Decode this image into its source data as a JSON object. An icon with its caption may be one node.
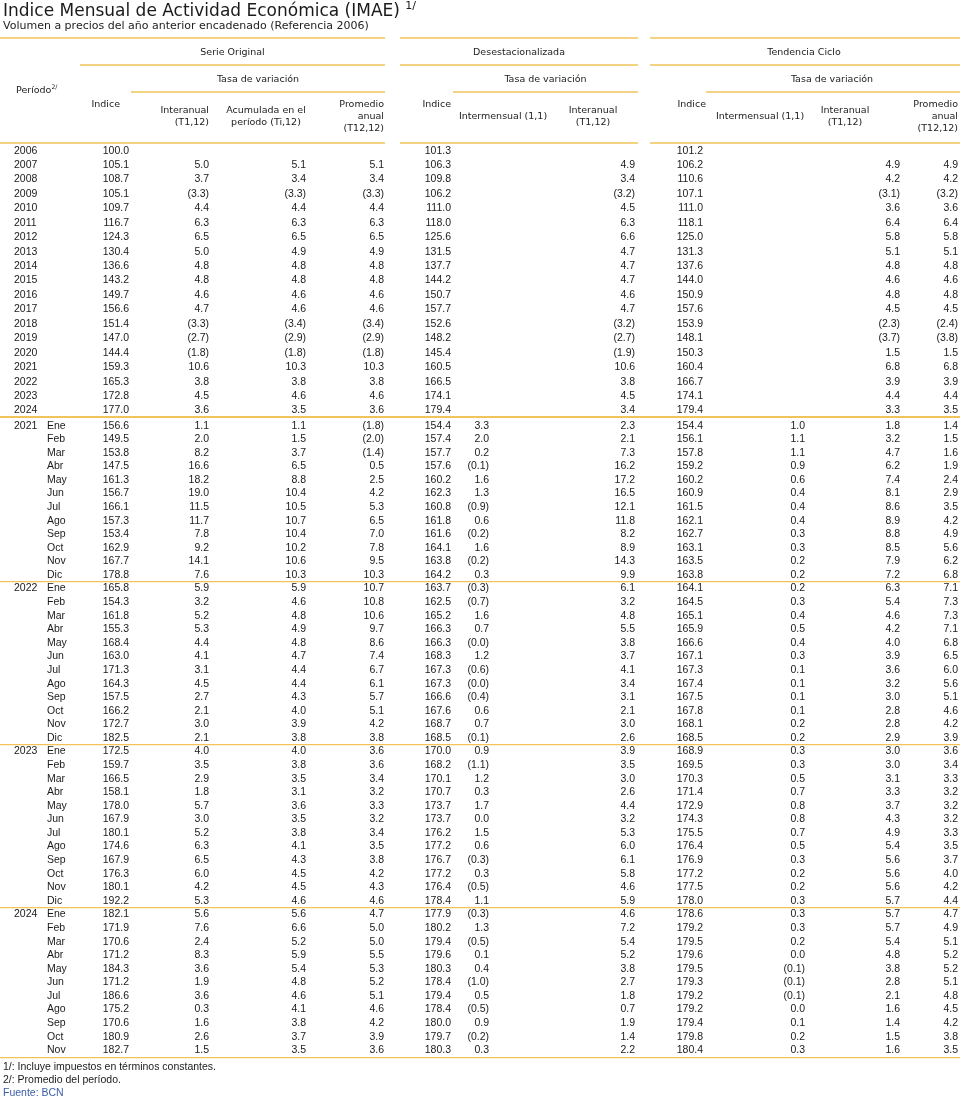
{
  "diagram": {
    "title": "Indice Mensual de Actividad Económica (IMAE) $^{1/}$",
    "labels": [
      "Volumen a precios del año anterior encadenado (Referencia 2006)",
      "Serie Original",
      "Desestacionalizada",
      "Tendencia Ciclo",
      "Tasa de variación",
      "Tasa de variación",
      "Tasa de variación",
      "Período$^{2/}$",
      "Indice",
      "Interanual (T1,12)",
      "Acumulada en el período (Ti,12)",
      "Promedio anual (T12,12)",
      "Indice",
      "Intermensual (1,1)",
      "Interanual (T1,12)",
      "Indice",
      "Intermensual (1,1)",
      "Interanual (T1,12)",
      "Promedio anual (T12,12)",
      "2006",
      "100.0",
      "101.3",
      "101.2",
      "2007",
      "105.1",
      "5.0",
      "5.1",
      "5.1",
      "106.3",
      "4.9",
      "106.2",
      "4.9",
      "4.9",
      "2008",
      "108.7",
      "3.7",
      "3.4",
      "3.4",
      "109.8",
      "3.4",
      "110.6",
      "4.2",
      "4.2",
      "2009",
      "105.1",
      "(3.3)",
      "(3.3)",
      "(3.3)",
      "106.2",
      "(3.2)",
      "107.1",
      "(3.1)",
      "(3.2)",
      "2010",
      "109.7",
      "4.4",
      "4.4",
      "4.4",
      "111.0",
      "4.5",
      "111.0",
      "3.6",
      "3.6",
      "2011",
      "116.7",
      "6.3",
      "6.3",
      "6.3",
      "118.0",
      "6.3",
      "118.1",
      "6.4",
      "6.4",
      "2012",
      "124.3",
      "6.5",
      "6.5",
      "6.5",
      "125.6",
      "6.6",
      "125.0",
      "5.8",
      "5.8",
      "2013",
      "130.4",
      "5.0",
      "4.9",
      "4.9",
      "131.5",
      "4.7",
      "131.3",
      "5.1",
      "5.1",
      "2014",
      "136.6",
      "4.8",
      "4.8",
      "4.8",
      "137.7",
      "4.7",
      "137.6",
      "4.8",
      "4.8",
      "2015",
      "143.2",
      "4.8",
      "4.8",
      "4.8",
      "144.2",
      "4.7",
      "144.0",
      "4.6",
      "4.6",
      "2016",
      "149.7",
      "4.6",
      "4.6",
      "4.6",
      "150.7",
      "4.6",
      "150.9",
      "4.8",
      "4.8",
      "2017",
      "156.6",
      "4.7",
      "4.6",
      "4.6",
      "157.7",
      "4.7",
      "157.6",
      "4.5",
      "4.5",
      "2018",
      "151.4",
      "(3.3)",
      "(3.4)",
      "(3.4)",
      "152.6",
      "(3.2)",
      "153.9",
      "(2.3)",
      "(2.4)",
      "2019",
      "147.0",
      "(2.7)",
      "(2.9)",
      "(2.9)",
      "148.2",
      "(2.7)",
      "148.1",
      "(3.7)",
      "(3.8)",
      "2020",
      "144.4",
      "(1.8)",
      "(1.8)",
      "(1.8)",
      "145.4",
      "(1.9)",
      "150.3",
      "1.5",
      "1.5",
      "2021",
      "159.3",
      "10.6",
      "10.3",
      "10.3",
      "160.5",
      "10.6",
      "160.4",
      "6.8",
      "6.8",
      "2022",
      "165.3",
      "3.8",
      "3.8",
      "3.8",
      "166.5",
      "3.8",
      "166.7",
      "3.9",
      "3.9",
      "2023",
      "172.8",
      "4.5",
      "4.6",
      "4.6",
      "174.1",
      "4.5",
      "174.1",
      "4.4",
      "4.4",
      "2024",
      "177.0",
      "3.6",
      "3.5",
      "3.6",
      "179.4",
      "3.4",
      "179.4",
      "3.3",
      "3.5",
      "2021",
      "Ene",
      "156.6",
      "1.1",
      "1.1",
      "(1.8)",
      "154.4",
      "3.3",
      "2.3",
      "154.4",
      "1.0",
      "1.8",
      "1.4",
      "Feb",
      "149.5",
      "2.0",
      "1.5",
      "(2.0)",
      "157.4",
      "2.0",
      "2.1",
      "156.1",
      "1.1",
      "3.2",
      "1.5",
      "Mar",
      "153.8",
      "8.2",
      "3.7",
      "(1.4)",
      "157.7",
      "0.2",
      "7.3",
      "157.8",
      "1.1",
      "4.7",
      "1.6",
      "Abr",
      "147.5",
      "16.6",
      "6.5",
      "0.5",
      "157.6",
      "(0.1)",
      "16.2",
      "159.2",
      "0.9",
      "6.2",
      "1.9",
      "May",
      "161.3",
      "18.2",
      "8.8",
      "2.5",
      "160.2",
      "1.6",
      "17.2",
      "160.2",
      "0.6",
      "7.4",
      "2.4",
      "Jun",
      "156.7",
      "19.0",
      "10.4",
      "4.2",
      "162.3",
      "1.3",
      "16.5",
      "160.9",
      "0.4",
      "8.1",
      "2.9",
      "Jul",
      "166.1",
      "11.5",
      "10.5",
      "5.3",
      "160.8",
      "(0.9)",
      "12.1",
      "161.5",
      "0.4",
      "8.6",
      "3.5",
      "Ago",
      "157.3",
      "11.7",
      "10.7",
      "6.5",
      "161.8",
      "0.6",
      "11.8",
      "162.1",
      "0.4",
      "8.9",
      "4.2",
      "Sep",
      "153.4",
      "7.8",
      "10.4",
      "7.0",
      "161.6",
      "(0.2)",
      "8.2",
      "162.7",
      "0.3",
      "8.8",
      "4.9",
      "Oct",
      "162.9",
      "9.2",
      "10.2",
      "7.8",
      "164.1",
      "1.6",
      "8.9",
      "163.1",
      "0.3",
      "8.5",
      "5.6",
      "Nov",
      "167.7",
      "14.1",
      "10.6",
      "9.5",
      "163.8",
      "(0.2)",
      "14.3",
      "163.5",
      "0.2",
      "7.9",
      "6.2",
      "Dic",
      "178.8",
      "7.6",
      "10.3",
      "10.3",
      "164.2",
      "0.3",
      "9.9",
      "163.8",
      "0.2",
      "7.2",
      "6.8",
      "2022",
      "Ene",
      "165.8",
      "5.9",
      "5.9",
      "10.7",
      "163.7",
      "(0.3)",
      "6.1",
      "164.1",
      "0.2",
      "6.3",
      "7.1",
      "Feb",
      "154.3",
      "3.2",
      "4.6",
      "10.8",
      "162.5",
      "(0.7)",
      "3.2",
      "164.5",
      "0.3",
      "5.4",
      "7.3",
      "Mar",
      "161.8",
      "5.2",
      "4.8",
      "10.6",
      "165.2",
      "1.6",
      "4.8",
      "165.1",
      "0.4",
      "4.6",
      "7.3",
      "Abr",
      "155.3",
      "5.3",
      "4.9",
      "9.7",
      "166.3",
      "0.7",
      "5.5",
      "165.9",
      "0.5",
      "4.2",
      "7.1",
      "May",
      "168.4",
      "4.4",
      "4.8",
      "8.6",
      "166.3",
      "(0.0)",
      "3.8",
      "166.6",
      "0.4",
      "4.0",
      "6.8",
      "Jun",
      "163.0",
      "4.1",
      "4.7",
      "7.4",
      "168.3",
      "1.2",
      "3.7",
      "167.1",
      "0.3",
      "3.9",
      "6.5",
      "Jul",
      "171.3",
      "3.1",
      "4.4",
      "6.7",
      "167.3",
      "(0.6)",
      "4.1",
      "167.3",
      "0.1",
      "3.6",
      "6.0",
      "Ago",
      "164.3",
      "4.5",
      "4.4",
      "6.1",
      "167.3",
      "(0.0)",
      "3.4",
      "167.4",
      "0.1",
      "3.2",
      "5.6",
      "Sep",
      "157.5",
      "2.7",
      "4.3",
      "5.7",
      "166.6",
      "(0.4)",
      "3.1",
      "167.5",
      "0.1",
      "3.0",
      "5.1",
      "Oct",
      "166.2",
      "2.1",
      "4.0",
      "5.1",
      "167.6",
      "0.6",
      "2.1",
      "167.8",
      "0.1",
      "2.8",
      "4.6",
      "Nov",
      "172.7",
      "3.0",
      "3.9",
      "4.2",
      "168.7",
      "0.7",
      "3.0",
      "168.1",
      "0.2",
      "2.8",
      "4.2",
      "Dic",
      "182.5",
      "2.1",
      "3.8",
      "3.8",
      "168.5",
      "(0.1)",
      "2.6",
      "168.5",
      "0.2",
      "2.9",
      "3.9",
      "2023",
      "Ene",
      "172.5",
      "4.0",
      "4.0",
      "3.6",
      "170.0",
      "0.9",
      "3.9",
      "168.9",
      "0.3",
      "3.0",
      "3.6",
      "Feb",
      "159.7",
      "3.5",
      "3.8",
      "3.6",
      "168.2",
      "(1.1)",
      "3.5",
      "169.5",
      "0.3",
      "3.0",
      "3.4",
      "Mar",
      "166.5",
      "2.9",
      "3.5",
      "3.4",
      "170.1",
      "1.2",
      "3.0",
      "170.3",
      "0.5",
      "3.1",
      "3.3",
      "Abr",
      "158.1",
      "1.8",
      "3.1",
      "3.2",
      "170.7",
      "0.3",
      "2.6",
      "171.4",
      "0.7",
      "3.3",
      "3.2",
      "May",
      "178.0",
      "5.7",
      "3.6",
      "3.3",
      "173.7",
      "1.7",
      "4.4",
      "172.9",
      "0.8",
      "3.7",
      "3.2",
      "Jun",
      "167.9",
      "3.0",
      "3.5",
      "3.2",
      "173.7",
      "0.0",
      "3.2",
      "174.3",
      "0.8",
      "4.3",
      "3.2",
      "Jul",
      "180.1",
      "5.2",
      "3.8",
      "3.4",
      "176.2",
      "1.5",
      "5.3",
      "175.5",
      "0.7",
      "4.9",
      "3.3",
      "Ago",
      "174.6",
      "6.3",
      "4.1",
      "3.5",
      "177.2",
      "0.6",
      "6.0",
      "176.4",
      "0.5",
      "5.4",
      "3.5",
      "Sep",
      "167.9",
      "6.5",
      "4.3",
      "3.8",
      "176.7",
      "(0.3)",
      "6.1",
      "176.9",
      "0.3",
      "5.6",
      "3.7",
      "Oct",
      "176.3",
      "6.0",
      "4.5",
      "4.2",
      "177.2",
      "0.3",
      "5.8",
      "177.2",
      "0.2",
      "5.6",
      "4.0",
      "Nov",
      "180.1",
      "4.2",
      "4.5",
      "4.3",
      "176.4",
      "(0.5)",
      "4.6",
      "177.5",
      "0.2",
      "5.6",
      "4.2",
      "Dic",
      "192.2",
      "5.3",
      "4.6",
      "4.6",
      "178.4",
      "1.1",
      "5.9",
      "178.0",
      "0.3",
      "5.7",
      "4.4",
      "2024",
      "Ene",
      "182.1",
      "5.6",
      "5.6",
      "4.7",
      "177.9",
      "(0.3)",
      "4.6",
      "178.6",
      "0.3",
      "5.7",
      "4.7",
      "Feb",
      "171.9",
      "7.6",
      "6.6",
      "5.0",
      "180.2",
      "1.3",
      "7.2",
      "179.2",
      "0.3",
      "5.7",
      "4.9",
      "Mar",
      "170.6",
      "2.4",
      "5.2",
      "5.0",
      "179.4",
      "(0.5)",
      "5.4",
      "179.5",
      "0.2",
      "5.4",
      "5.1",
      "Abr",
      "171.2",
      "8.3",
      "5.9",
      "5.5",
      "179.6",
      "0.1",
      "5.2",
      "179.6",
      "0.0",
      "4.8",
      "5.2",
      "May",
      "184.3",
      "3.6",
      "5.4",
      "5.3",
      "180.3",
      "0.4",
      "3.8",
      "179.5",
      "(0.1)",
      "3.8",
      "5.2",
      "Jun",
      "171.2",
      "1.9",
      "4.8",
      "5.2",
      "178.4",
      "(1.0)",
      "2.7",
      "179.3",
      "(0.1)",
      "2.8",
      "5.1",
      "Jul",
      "186.6",
      "3.6",
      "4.6",
      "5.1",
      "179.4",
      "0.5",
      "1.8",
      "179.2",
      "(0.1)",
      "2.1",
      "4.8",
      "Ago",
      "175.2",
      "0.3",
      "4.1",
      "4.6",
      "178.4",
      "(0.5)",
      "0.7",
      "179.2",
      "0.0",
      "1.6",
      "4.5",
      "Sep",
      "170.6",
      "1.6",
      "3.8",
      "4.2",
      "180.0",
      "0.9",
      "1.9",
      "179.4",
      "0.1",
      "1.4",
      "4.2",
      "Oct",
      "180.9",
      "2.6",
      "3.7",
      "3.9",
      "179.7",
      "(0.2)",
      "1.4",
      "179.8",
      "0.2",
      "1.5",
      "3.8",
      "Nov",
      "182.7",
      "1.5",
      "3.5",
      "3.6",
      "180.3",
      "0.3",
      "2.2",
      "180.4",
      "0.3",
      "1.6",
      "3.5",
      "1/: Incluye impuestos en términos constantes.",
      "2/: Promedio del período.",
      "Fuente: BCN"
    ]
  }
}
